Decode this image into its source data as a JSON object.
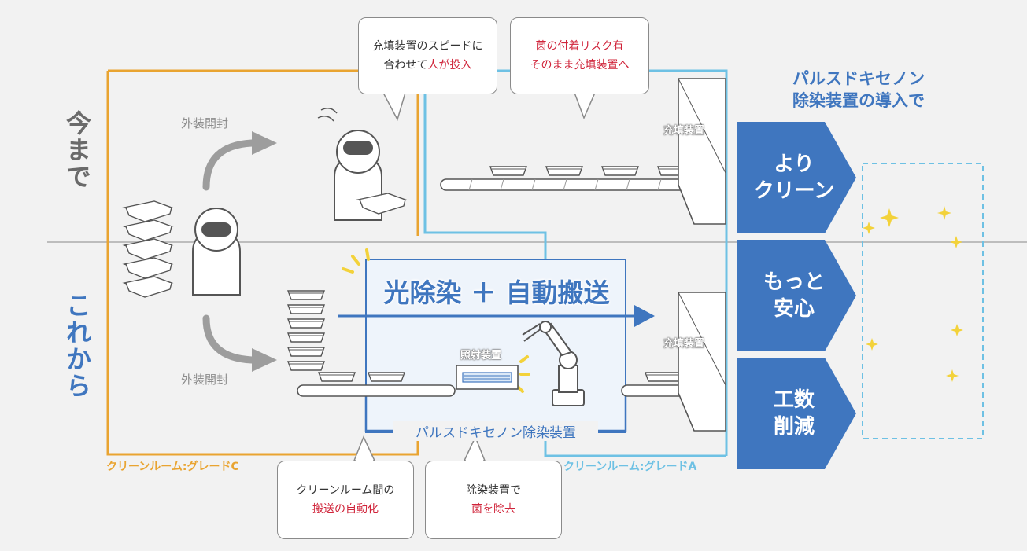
{
  "labels": {
    "before": "今まで",
    "after": "これから",
    "unpack_top": "外装開封",
    "unpack_bottom": "外装開封",
    "filler_top": "充填装置",
    "filler_bottom": "充填装置",
    "irradiation": "照射装置",
    "decon_unit": "パルスドキセノン除染装置",
    "banner": "光除染 ＋ 自動搬送",
    "room_c": "クリーンルーム:グレードC",
    "room_a": "クリーンルーム:グレードA",
    "headline_line1": "パルスドキセノン",
    "headline_line2": "除染装置の導入で"
  },
  "bubbles": {
    "manual_line1": "充填装置のスピードに",
    "manual_line2_pre": "合わせて",
    "manual_line2_red": "人が投入",
    "risk_line1": "菌の付着リスク有",
    "risk_line2": "そのまま充填装置へ",
    "transfer_line1": "クリーンルーム間の",
    "transfer_line2": "搬送の自動化",
    "germ_line1": "除染装置で",
    "germ_line2": "菌を除去"
  },
  "benefits": [
    {
      "line1": "より",
      "line2": "クリーン"
    },
    {
      "line1": "もっと",
      "line2": "安心"
    },
    {
      "line1": "工数",
      "line2": "削減"
    }
  ],
  "colors": {
    "grade_c": "#e9a431",
    "grade_a": "#6ec1e4",
    "blue": "#3f76bf",
    "gray_text": "#6a6a6a",
    "red": "#d0243a"
  }
}
